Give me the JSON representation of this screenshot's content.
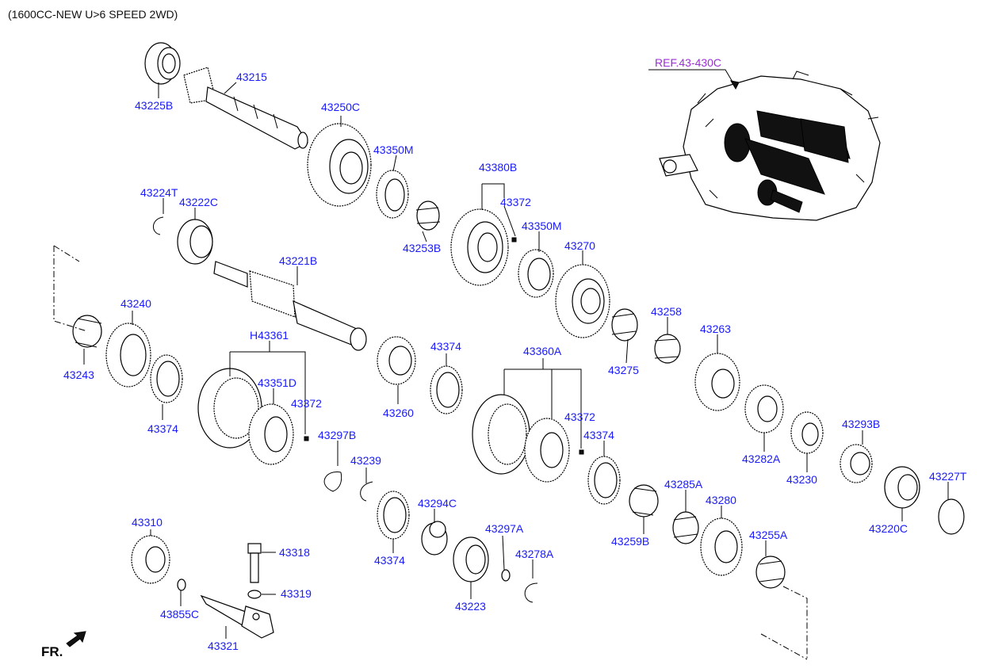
{
  "title": "(1600CC-NEW U>6 SPEED 2WD)",
  "ref_label": "REF.43-430C",
  "fr_label": "FR.",
  "colors": {
    "part_label": "#1a1aff",
    "ref_label": "#9a2fd6",
    "line": "#000000"
  },
  "labels": {
    "p43225B": "43225B",
    "p43215": "43215",
    "p43250C": "43250C",
    "p43350M_a": "43350M",
    "p43380B": "43380B",
    "p43372_a": "43372",
    "p43253B": "43253B",
    "p43350M_b": "43350M",
    "p43270": "43270",
    "p43224T": "43224T",
    "p43222C": "43222C",
    "p43221B": "43221B",
    "p43240": "43240",
    "p43243": "43243",
    "p43374_a": "43374",
    "pH43361": "H43361",
    "p43351D": "43351D",
    "p43372_b": "43372",
    "p43297B": "43297B",
    "p43239": "43239",
    "p43260": "43260",
    "p43374_b": "43374",
    "p43360A": "43360A",
    "p43372_c": "43372",
    "p43374_c": "43374",
    "p43258": "43258",
    "p43275": "43275",
    "p43263": "43263",
    "p43282A": "43282A",
    "p43230": "43230",
    "p43293B": "43293B",
    "p43227T": "43227T",
    "p43220C": "43220C",
    "p43285A": "43285A",
    "p43280": "43280",
    "p43255A": "43255A",
    "p43259B": "43259B",
    "p43294C": "43294C",
    "p43297A": "43297A",
    "p43278A": "43278A",
    "p43223": "43223",
    "p43374_d": "43374",
    "p43310": "43310",
    "p43318": "43318",
    "p43319": "43319",
    "p43855C": "43855C",
    "p43321": "43321"
  }
}
